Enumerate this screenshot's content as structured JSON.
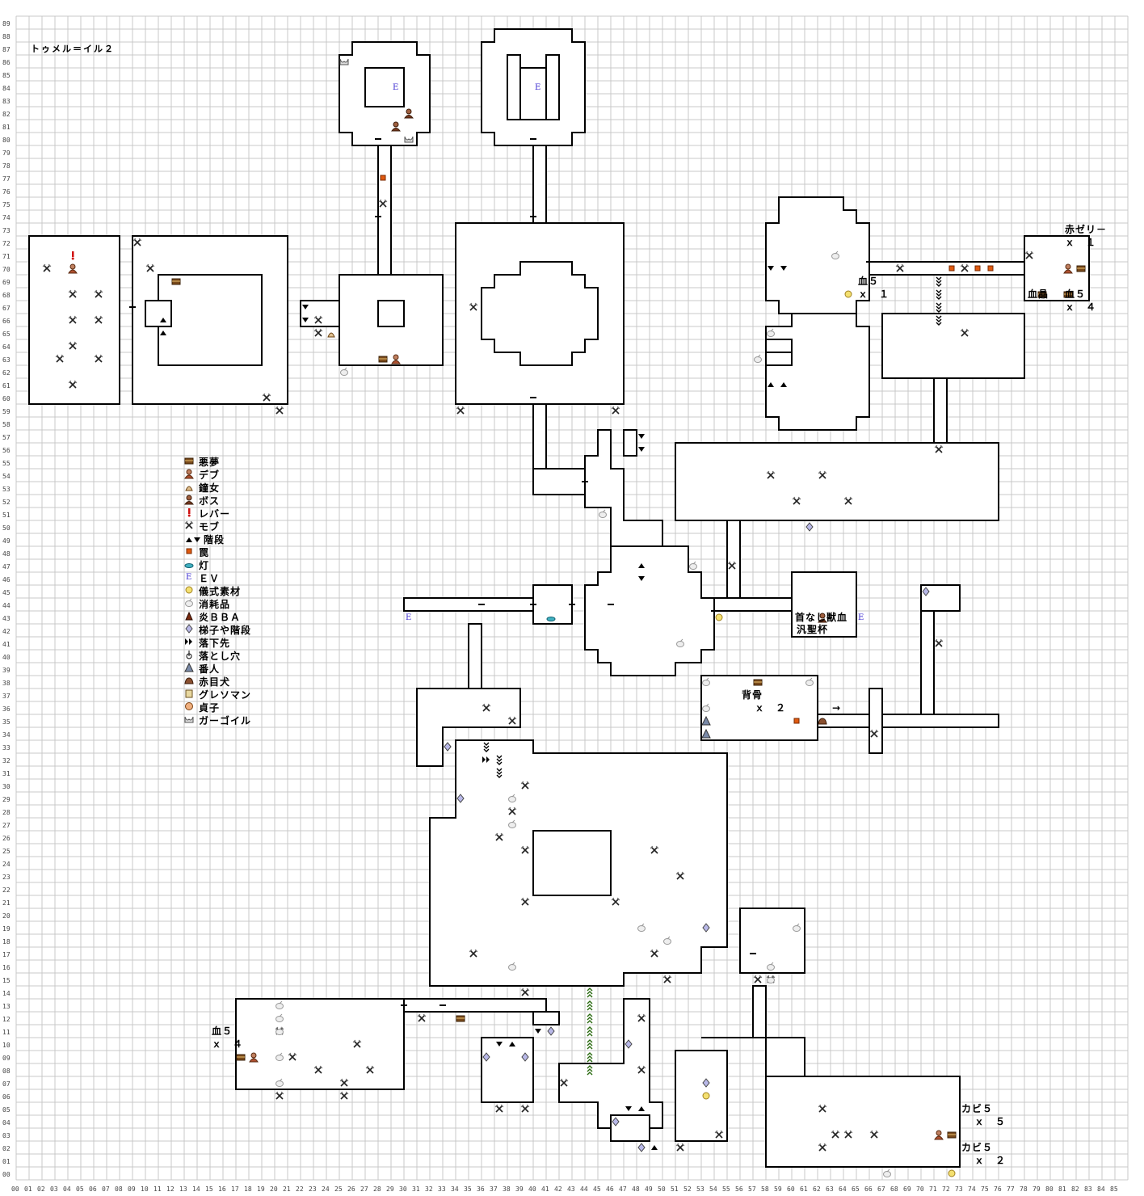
{
  "title": "トゥメル＝イル２",
  "colors": {
    "wall": "#000000",
    "grid": "#c9c9c9",
    "trap": "#e05a10",
    "ev": "#3a2ad0",
    "lever": "#d01010"
  },
  "legend": [
    {
      "icon": "chest-icon",
      "label": "悪夢"
    },
    {
      "icon": "debu-icon",
      "label": "デブ"
    },
    {
      "icon": "bell-woman-icon",
      "label": "鐘女"
    },
    {
      "icon": "boss-icon",
      "label": "ボス"
    },
    {
      "icon": "lever-icon",
      "label": "レバー"
    },
    {
      "icon": "mob-icon",
      "label": "モブ"
    },
    {
      "icon": "stairs-icon",
      "label": "階段"
    },
    {
      "icon": "trap-icon",
      "label": "罠"
    },
    {
      "icon": "lamp-icon",
      "label": "灯"
    },
    {
      "icon": "ev-icon",
      "label": "ＥＶ"
    },
    {
      "icon": "ritual-material-icon",
      "label": "儀式素材"
    },
    {
      "icon": "consumable-icon",
      "label": "消耗品"
    },
    {
      "icon": "flame-bba-icon",
      "label": "炎ＢＢＡ"
    },
    {
      "icon": "ladder-stairs-icon",
      "label": "梯子や階段"
    },
    {
      "icon": "drop-destination-icon",
      "label": "落下先"
    },
    {
      "icon": "pitfall-icon",
      "label": "落とし穴"
    },
    {
      "icon": "watchman-icon",
      "label": "番人"
    },
    {
      "icon": "red-eye-dog-icon",
      "label": "赤目犬"
    },
    {
      "icon": "gresoman-icon",
      "label": "グレソマン"
    },
    {
      "icon": "sadako-icon",
      "label": "貞子"
    },
    {
      "icon": "gargoyle-icon",
      "label": "ガーゴイル"
    }
  ],
  "ev_letter": "E",
  "labels": {
    "akazeri": "赤ゼリ－",
    "akazeri_count": "ｘ　１",
    "ketsuen_a": "血５",
    "ketsuen_a_count": "ｘ　１",
    "kessho": "血晶",
    "ketsuen_b": "血５",
    "ketsuen_b_count": "ｘ　４",
    "kubinashi": "首なし獣血",
    "hanseihai": "汎聖杯",
    "sebone": "背骨",
    "sebone_count": "ｘ　２",
    "ketsuen_c": "血５",
    "ketsuen_c_count": "ｘ　４",
    "kabi_a": "カビ５",
    "kabi_a_count": "ｘ　５",
    "kabi_b": "カビ５",
    "kabi_b_count": "ｘ　２",
    "arrow": "→"
  },
  "grid": {
    "row_labels": [
      "89",
      "88",
      "87",
      "86",
      "85",
      "84",
      "83",
      "82",
      "81",
      "80",
      "79",
      "78",
      "77",
      "76",
      "75",
      "74",
      "73",
      "72",
      "71",
      "70",
      "69",
      "68",
      "67",
      "66",
      "65",
      "64",
      "63",
      "62",
      "61",
      "60",
      "59",
      "58",
      "57",
      "56",
      "55",
      "54",
      "53",
      "52",
      "51",
      "50",
      "49",
      "48",
      "47",
      "46",
      "45",
      "44",
      "43",
      "42",
      "41",
      "40",
      "39",
      "38",
      "37",
      "36",
      "35",
      "34",
      "33",
      "32",
      "31",
      "30",
      "29",
      "28",
      "27",
      "26",
      "25",
      "24",
      "23",
      "22",
      "21",
      "20",
      "19",
      "18",
      "17",
      "16",
      "15",
      "14",
      "13",
      "12",
      "11",
      "10",
      "09",
      "08",
      "07",
      "06",
      "05",
      "04",
      "03",
      "02",
      "01",
      "00"
    ],
    "col_labels": [
      "00",
      "01",
      "02",
      "03",
      "04",
      "05",
      "06",
      "07",
      "08",
      "09",
      "10",
      "11",
      "12",
      "13",
      "14",
      "15",
      "16",
      "17",
      "18",
      "19",
      "20",
      "21",
      "22",
      "23",
      "24",
      "25",
      "26",
      "27",
      "28",
      "29",
      "30",
      "31",
      "32",
      "33",
      "34",
      "35",
      "36",
      "37",
      "38",
      "39",
      "40",
      "41",
      "42",
      "43",
      "44",
      "45",
      "46",
      "47",
      "48",
      "49",
      "50",
      "51",
      "52",
      "53",
      "54",
      "55",
      "56",
      "57",
      "58",
      "59",
      "60",
      "61",
      "62",
      "63",
      "64",
      "65",
      "66",
      "67",
      "68",
      "69",
      "70",
      "71",
      "72",
      "73",
      "74",
      "75",
      "76",
      "77",
      "78",
      "79",
      "80",
      "81",
      "82",
      "83",
      "84",
      "85"
    ]
  }
}
